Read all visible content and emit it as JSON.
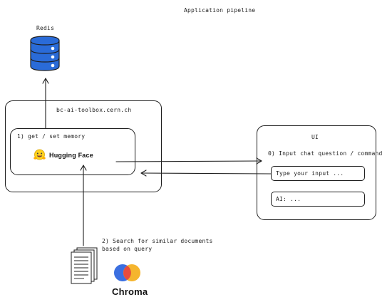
{
  "diagram": {
    "title": "Application pipeline",
    "redis": {
      "label": "Redis",
      "icon": "database-icon",
      "color": "#2a6bd8"
    },
    "server": {
      "host_label": "bc-ai-toolbox.cern.ch",
      "memory_label": "1) get / set memory",
      "hf_label": "Hugging Face",
      "hf_icon": "hugging-face-emoji-icon"
    },
    "ui": {
      "title": "UI",
      "step_label": "0) Input chat question / command",
      "input_placeholder": "Type your input ...",
      "ai_output": "AI: ..."
    },
    "search": {
      "line1": "2) Search for similar documents",
      "line2": "based on query"
    },
    "chroma": {
      "label": "Chroma",
      "colors": [
        "#3b6fe0",
        "#f5b52e",
        "#e74c3c"
      ]
    },
    "docs_icon": "documents-icon"
  }
}
